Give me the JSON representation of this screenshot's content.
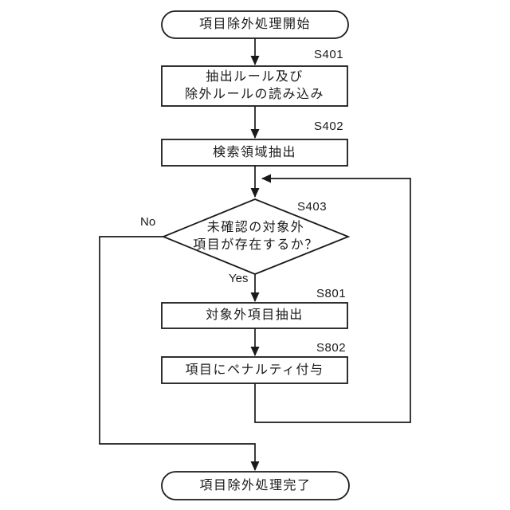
{
  "flowchart": {
    "nodes": {
      "start": {
        "label": "項目除外処理開始",
        "shape": "terminator"
      },
      "s401": {
        "step": "S401",
        "line1": "抽出ルール及び",
        "line2": "除外ルールの読み込み",
        "shape": "process"
      },
      "s402": {
        "step": "S402",
        "label": "検索領域抽出",
        "shape": "process"
      },
      "s403": {
        "step": "S403",
        "line1": "未確認の対象外",
        "line2": "項目が存在するか？",
        "shape": "decision"
      },
      "s801": {
        "step": "S801",
        "label": "対象外項目抽出",
        "shape": "process"
      },
      "s802": {
        "step": "S802",
        "label": "項目にペナルティ付与",
        "shape": "process"
      },
      "end": {
        "label": "項目除外処理完了",
        "shape": "terminator"
      }
    },
    "branch_labels": {
      "no": "No",
      "yes": "Yes"
    },
    "colors": {
      "line": "#1a1a1a",
      "node_fill": "#ffffff",
      "background": "#ffffff"
    }
  }
}
